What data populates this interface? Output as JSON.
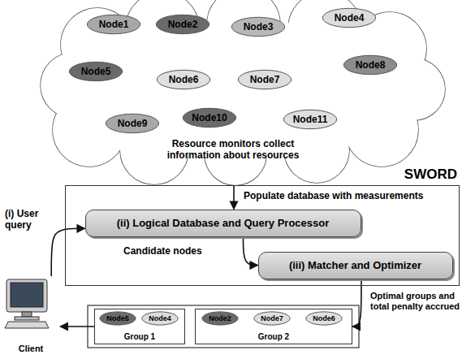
{
  "diagram": {
    "nodes": [
      {
        "text": [
          "Resource monitors collect information about resources"
        ]
      },
      {
        "text": [
          "Node1"
        ],
        "in": 0
      },
      {
        "text": [
          "Node2"
        ],
        "in": 0
      },
      {
        "text": [
          "Node3"
        ],
        "in": 0
      },
      {
        "text": [
          "Node4"
        ],
        "in": 0
      },
      {
        "text": [
          "Node5"
        ],
        "in": 0
      },
      {
        "text": [
          "Node6"
        ],
        "in": 0
      },
      {
        "text": [
          "Node7"
        ],
        "in": 0
      },
      {
        "text": [
          "Node8"
        ],
        "in": 0
      },
      {
        "text": [
          "Node10"
        ],
        "in": 0
      },
      {
        "text": [
          "Node11"
        ],
        "in": 0
      },
      {
        "text": [
          "Node9"
        ],
        "in": 0
      },
      {
        "text": [
          "SWORD"
        ]
      },
      {
        "text": [
          "(ii) Logical Database and Query Processor"
        ],
        "in": 12
      },
      {
        "text": [
          "(iii) Matcher and Optimizer"
        ],
        "in": 12
      },
      {
        "text": [
          "Client"
        ]
      },
      {
        "text": [
          "Group 1"
        ]
      },
      {
        "text": [
          "Node5"
        ],
        "in": 16
      },
      {
        "text": [
          "Node4"
        ],
        "in": 16
      },
      {
        "text": [
          "Group 2"
        ]
      },
      {
        "text": [
          "Node2"
        ],
        "in": 19
      },
      {
        "text": [
          "Node7"
        ],
        "in": 19
      },
      {
        "text": [
          "Node6"
        ],
        "in": 19
      }
    ],
    "edges": [
      {
        "from": 0,
        "to": 13,
        "label": "Populate database with measurements",
        "arrow": "to"
      },
      {
        "from": 15,
        "to": 13,
        "label": "(i) User query",
        "arrow": "to"
      },
      {
        "from": 13,
        "to": 14,
        "label": "Candidate nodes",
        "arrow": "to"
      },
      {
        "from": 14,
        "to": 19,
        "label": "Optimal groups and total penalty accrued",
        "arrow": "to"
      },
      {
        "from": 16,
        "to": 15,
        "arrow": "to"
      }
    ]
  }
}
